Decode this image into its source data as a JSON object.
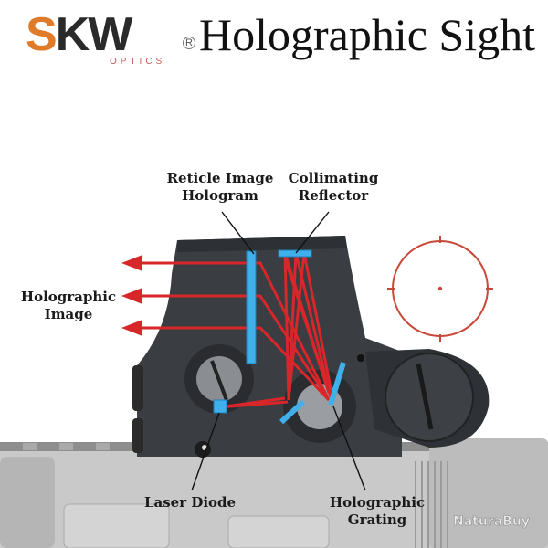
{
  "header": {
    "logo": {
      "brand_left": "S",
      "brand_right": "KW",
      "registered": "R",
      "subtitle": "OPTICS",
      "colors": {
        "s_orange": "#e07b2a",
        "kw_dark": "#2a2a2a",
        "optics_red": "#c45a5a"
      }
    },
    "title": "Holographic Sight"
  },
  "diagram": {
    "labels": {
      "reticle_image_hologram": [
        "Reticle Image",
        "Hologram"
      ],
      "collimating_reflector": [
        "Collimating",
        "Reflector"
      ],
      "holographic_image": [
        "Holographic",
        "Image"
      ],
      "laser_diode": "Laser Diode",
      "holographic_grating": [
        "Holographic",
        "Grating"
      ]
    },
    "colors": {
      "beam_red": "#d8262a",
      "component_blue": "#3fb0ea",
      "body_dark": "#3a3d42",
      "reticle_red": "#c8493a",
      "rail_gray": "#bdbdbd"
    },
    "reticle": {
      "shape": "circle-with-center-dot-and-4-ticks"
    },
    "arrows": {
      "count": 3,
      "direction": "left"
    }
  },
  "watermark": "NaturaBuy"
}
